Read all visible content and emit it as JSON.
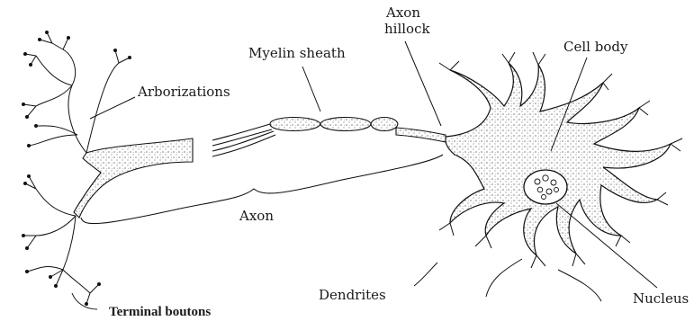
{
  "diagram": {
    "labels": {
      "axon_hillock_line1": "Axon",
      "axon_hillock_line2": "hillock",
      "myelin_sheath": "Myelin sheath",
      "arborizations": "Arborizations",
      "cell_body": "Cell body",
      "axon": "Axon",
      "dendrites": "Dendrites",
      "nucleus": "Nucleus",
      "terminal_boutons": "Terminal boutons"
    }
  }
}
